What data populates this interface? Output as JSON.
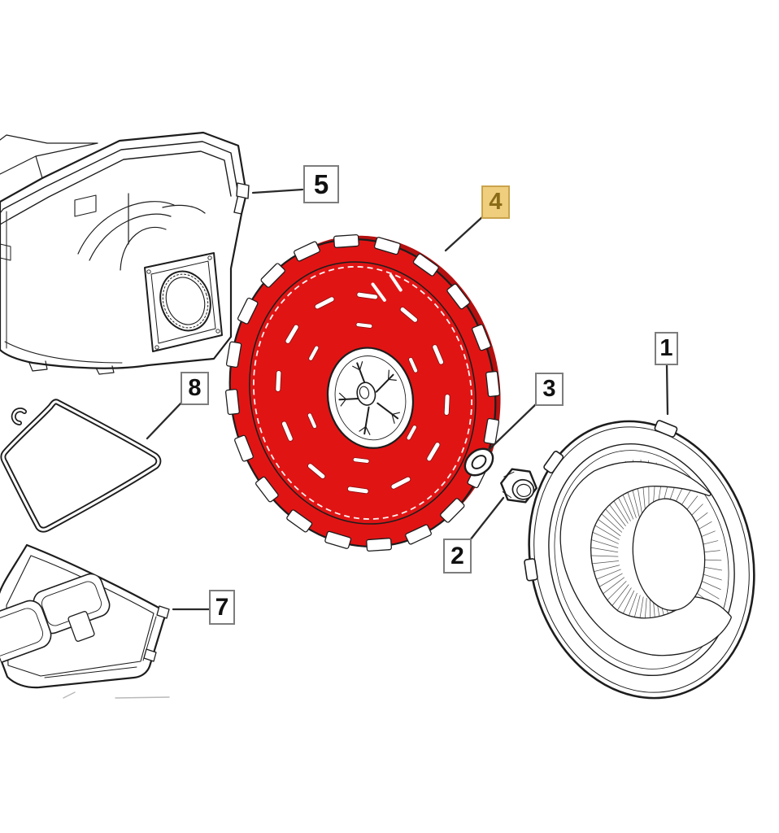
{
  "diagram": {
    "type": "exploded-parts-diagram",
    "subject": "robotic-mower-wheel-assembly",
    "callouts": [
      {
        "number": "5",
        "highlighted": false
      },
      {
        "number": "4",
        "highlighted": true
      },
      {
        "number": "8",
        "highlighted": false
      },
      {
        "number": "3",
        "highlighted": false
      },
      {
        "number": "2",
        "highlighted": false
      },
      {
        "number": "1",
        "highlighted": false
      },
      {
        "number": "7",
        "highlighted": false
      }
    ],
    "colors": {
      "background": "#ffffff",
      "line": "#1d1d1d",
      "highlighted_part": "#e11414",
      "highlighted_part_shadow": "#b50f0f",
      "slot_edge": "#8f1010",
      "fin_line": "#555555",
      "label_bg": "#ffffff",
      "label_border": "#7d7d7d",
      "label_text": "#111111",
      "highlight_label_bg": "#efce7e",
      "highlight_label_border": "#caa44c",
      "highlight_label_text": "#8a6b16"
    }
  }
}
